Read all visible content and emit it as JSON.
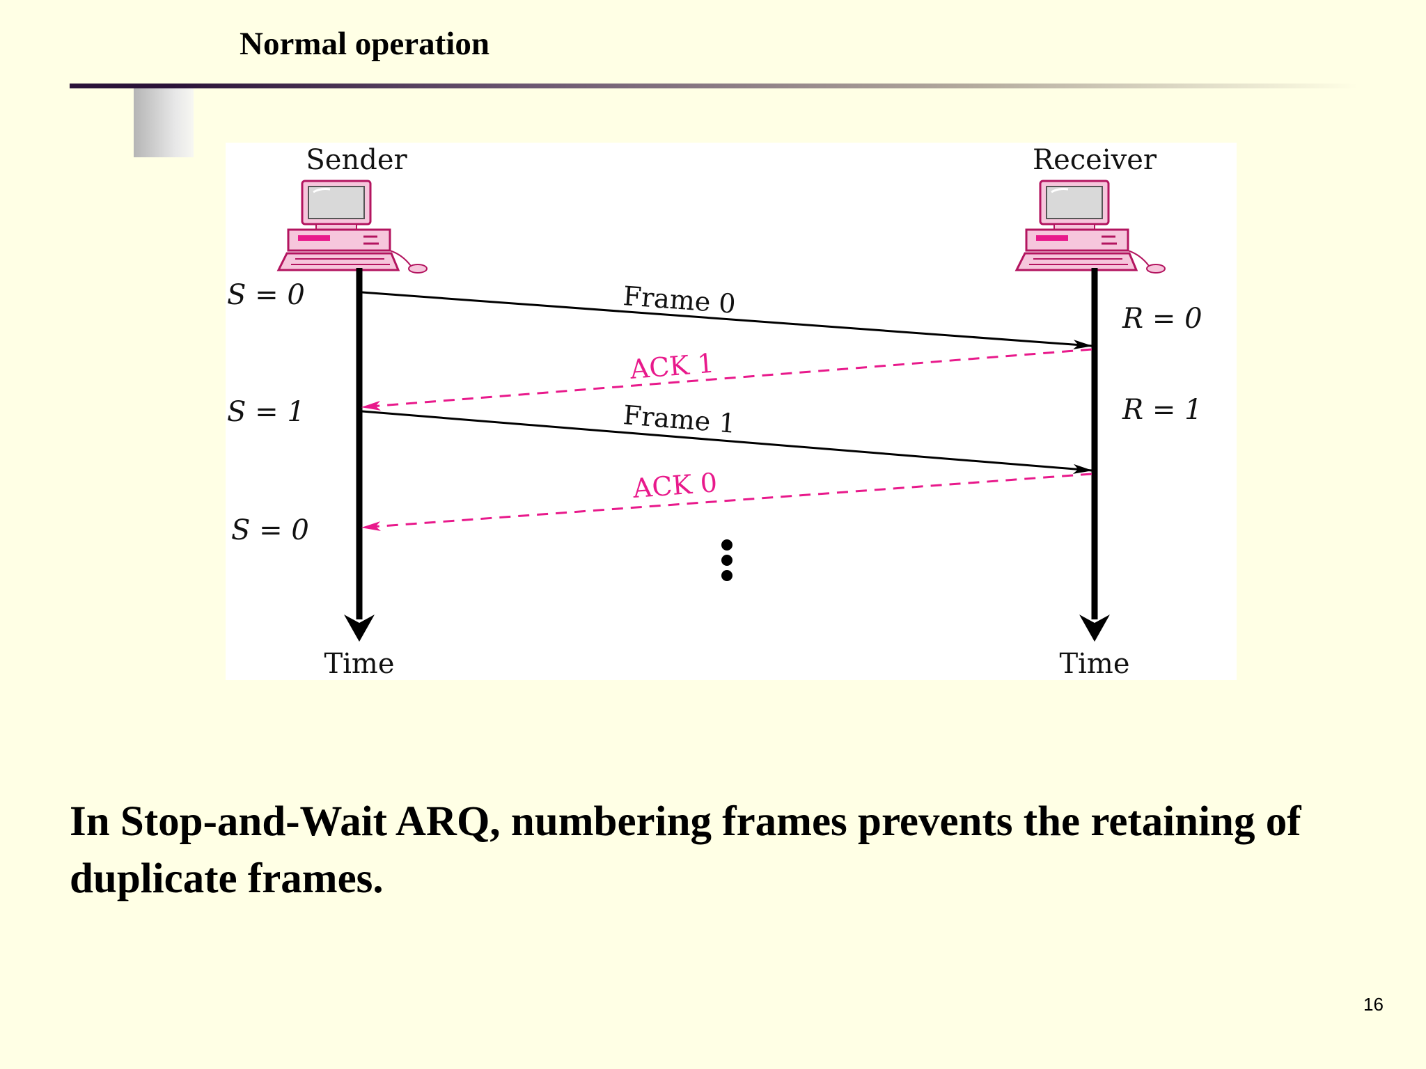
{
  "slide": {
    "title": "Normal operation",
    "caption": "In Stop-and-Wait ARQ, numbering frames prevents the retaining of duplicate frames.",
    "page_number": "16"
  },
  "diagram": {
    "sender": {
      "label": "Sender",
      "icon": "computer-icon",
      "time_label": "Time"
    },
    "receiver": {
      "label": "Receiver",
      "icon": "computer-icon",
      "time_label": "Time"
    },
    "sender_states": [
      "S = 0",
      "S = 1",
      "S = 0"
    ],
    "receiver_states": [
      "R = 0",
      "R = 1"
    ],
    "messages": [
      {
        "label": "Frame 0",
        "direction": "sender-to-receiver",
        "style": "solid"
      },
      {
        "label": "ACK 1",
        "direction": "receiver-to-sender",
        "style": "dashed"
      },
      {
        "label": "Frame 1",
        "direction": "sender-to-receiver",
        "style": "solid"
      },
      {
        "label": "ACK 0",
        "direction": "receiver-to-sender",
        "style": "dashed"
      }
    ],
    "continuation": "⋮",
    "colors": {
      "frame": "#000000",
      "ack": "#e8198b",
      "computer_body": "#f6c6dc",
      "computer_outline": "#b3145f"
    }
  }
}
